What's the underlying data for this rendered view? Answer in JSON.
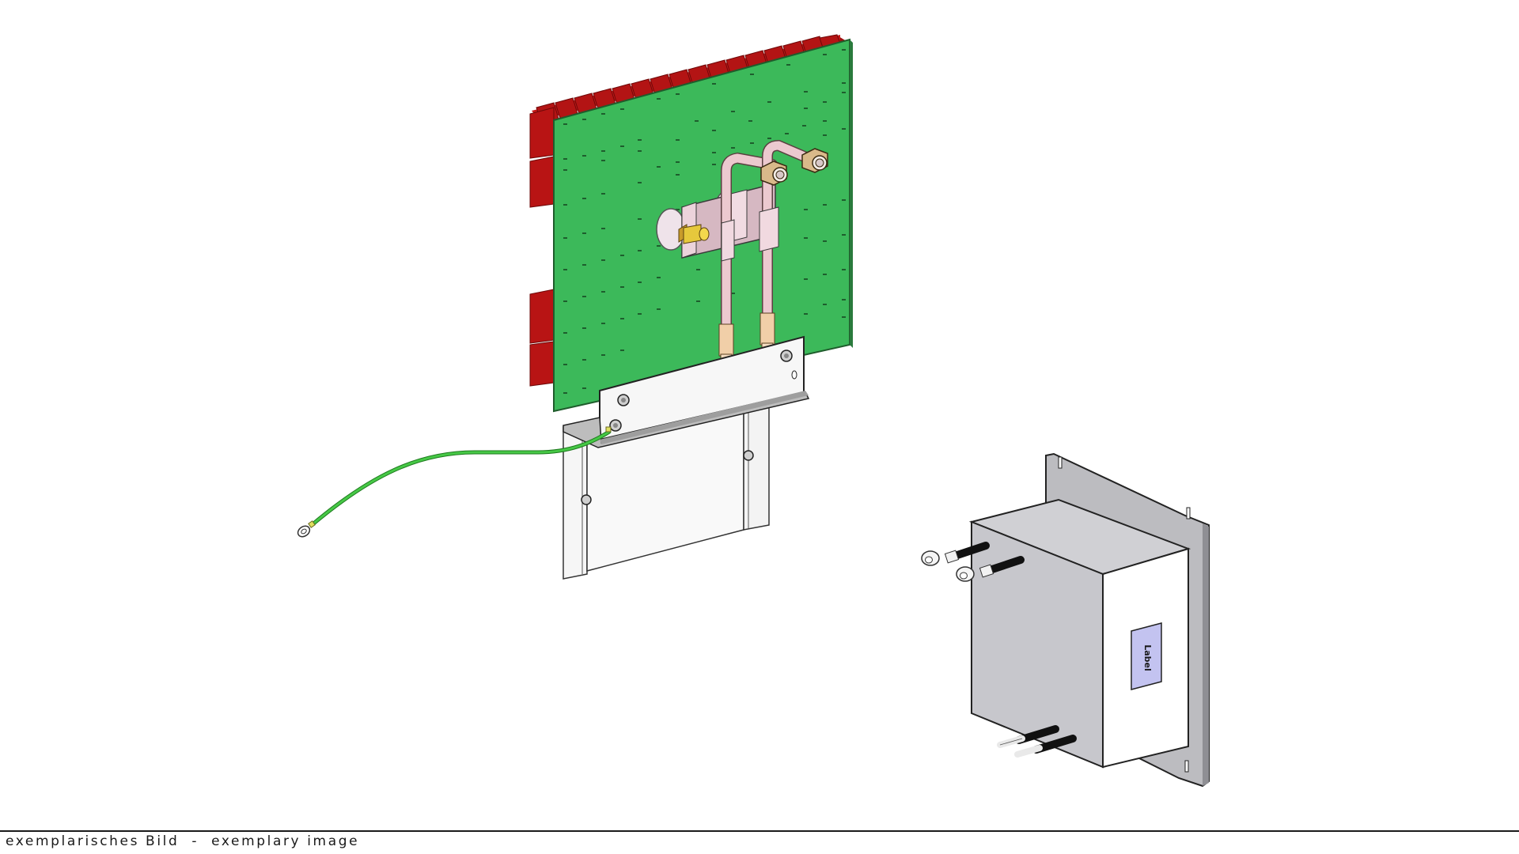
{
  "image": {
    "caption": "exemplarisches Bild  -  exemplary image",
    "caption_de": "exemplarisches Bild",
    "caption_en": "exemplary image",
    "separator": "-"
  },
  "components": {
    "pcb_assembly": {
      "name": "PCB with heatsinks, coolant pipes and mounting bracket",
      "colors": {
        "pcb": "#3cb95a",
        "heatsink": "#b81414",
        "pipe": "#e8c4c4",
        "fitting": "#d9b98a",
        "bracket": "#f2f2f2",
        "connector": "#e6c83c"
      }
    },
    "ground_wire": {
      "name": "green/yellow ground wire with ring terminal",
      "color": "#3dbb3d"
    },
    "filter_module": {
      "name": "mains filter box with mounting flange",
      "label_text": "Label",
      "colors": {
        "box_side": "#c8c8cc",
        "box_top": "#cdcdd1",
        "box_front": "#ffffff",
        "flange": "#b9b9bd",
        "label_bg": "#c3c3f0",
        "lead_insulation": "#111111"
      }
    }
  }
}
